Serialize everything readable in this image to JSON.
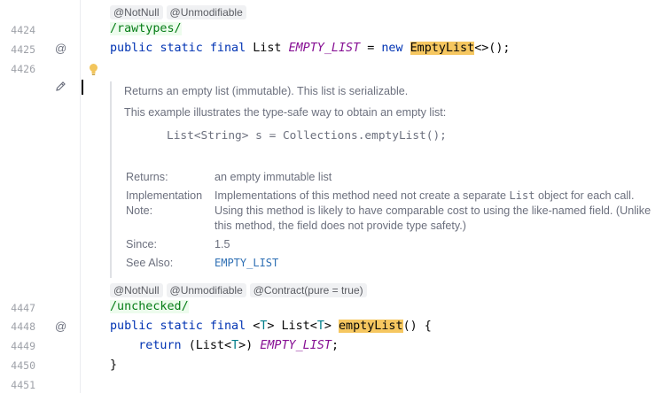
{
  "line_numbers": {
    "l1": "4424",
    "l2": "4425",
    "l3": "4426",
    "l4": "4447",
    "l5": "4448",
    "l6": "4449",
    "l7": "4450",
    "l8": "4451"
  },
  "gutter_icons": {
    "at1": "@",
    "at2": "@"
  },
  "block1": {
    "annotations": [
      "@NotNull",
      "@Unmodifiable"
    ],
    "comment": "/rawtypes/",
    "kw_public": "public",
    "kw_static": "static",
    "kw_final": "final",
    "type": "List",
    "field": "EMPTY_LIST",
    "eq": "=",
    "kw_new": "new",
    "cls": "EmptyList",
    "tail": "<>();"
  },
  "doc": {
    "summary": "Returns an empty list (immutable). This list is serializable.",
    "example": "This example illustrates the type-safe way to obtain an empty list:",
    "code": "List<String> s = Collections.emptyList();",
    "returns_label": "Returns:",
    "returns_value": "an empty immutable list",
    "impl_label": "Implementation Note:",
    "impl_value_1": "Implementations of this method need not create a separate ",
    "impl_value_code": "List",
    "impl_value_2": " object for each call. Using this method is likely to have comparable cost to using the like-named field. (Unlike this method, the field does not provide type safety.)",
    "since_label": "Since:",
    "since_value": "1.5",
    "seealso_label": "See Also:",
    "seealso_value": "EMPTY_LIST"
  },
  "block2": {
    "annotations": [
      "@NotNull",
      "@Unmodifiable",
      "@Contract(pure = true)"
    ],
    "comment": "/unchecked/",
    "kw_public": "public",
    "kw_static": "static",
    "kw_final": "final",
    "tparam_open": "<",
    "tparam": "T",
    "tparam_close": ">",
    "ret_type": "List",
    "ret_open": "<",
    "ret_t": "T",
    "ret_close": ">",
    "method": "emptyList",
    "sig_tail": "() {",
    "kw_return": "return",
    "cast_open": "(List<",
    "cast_t": "T",
    "cast_close": ">)",
    "ret_field": "EMPTY_LIST",
    "semi": ";",
    "close_brace": "}"
  },
  "colors": {
    "keyword": "#0033b3",
    "field": "#871094",
    "type_param": "#007e8a",
    "highlight": "#f6c760",
    "comment": "#067d17"
  }
}
